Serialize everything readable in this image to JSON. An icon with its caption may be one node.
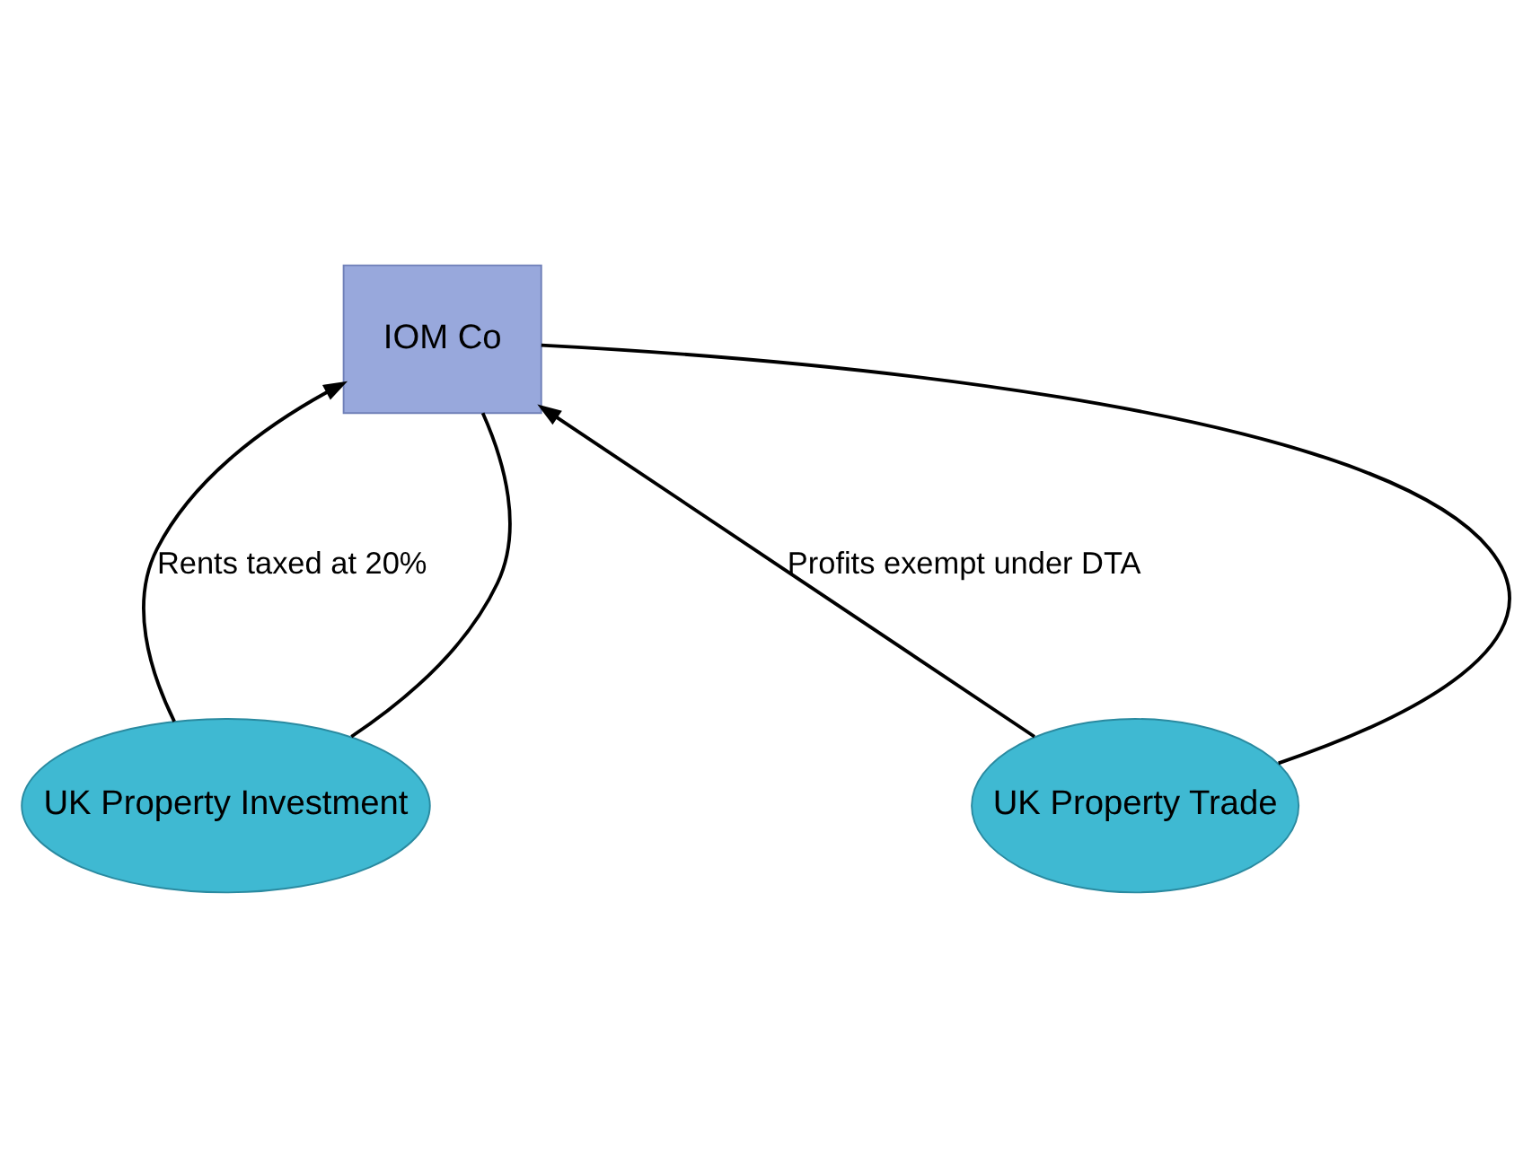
{
  "diagram": {
    "nodes": [
      {
        "text": [
          "IOM Co"
        ]
      },
      {
        "text": [
          "UK Property Investment"
        ]
      },
      {
        "text": [
          "UK Property Trade"
        ]
      }
    ],
    "edges": [
      {
        "from": 1,
        "to": 0,
        "arrow": "to",
        "label": "Rents taxed at 20%"
      },
      {
        "from": 0,
        "to": 1,
        "arrow": "none"
      },
      {
        "from": 0,
        "to": 2,
        "arrow": "none"
      },
      {
        "from": 2,
        "to": 0,
        "arrow": "to",
        "label": "Profits exempt under DTA"
      }
    ]
  }
}
